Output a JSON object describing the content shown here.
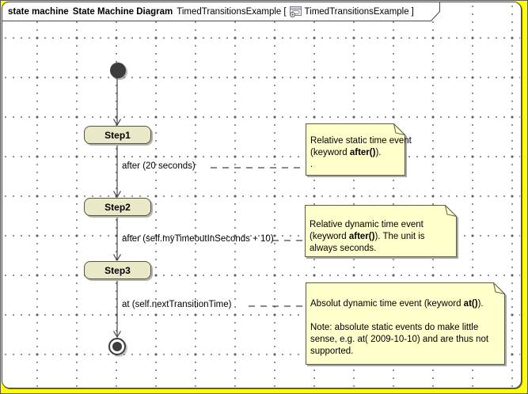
{
  "title": {
    "kind": "state machine",
    "type": "State Machine Diagram",
    "name": "TimedTransitionsExample",
    "open": "[",
    "ref": "TimedTransitionsExample",
    "close": "]"
  },
  "states": [
    {
      "label": "Step1"
    },
    {
      "label": "Step2"
    },
    {
      "label": "Step3"
    }
  ],
  "transitions": [
    {
      "label": "after (20 seconds)"
    },
    {
      "label": "after (self.myTimeoutInSeconds + 10)"
    },
    {
      "label": "at (self.nextTransitionTime)"
    }
  ],
  "notes": [
    {
      "lines": [
        {
          "text": "Relative static time event"
        },
        {
          "pre": "(keyword ",
          "bold": "after()",
          "post": ")."
        },
        {
          "text": "."
        }
      ]
    },
    {
      "lines": [
        {
          "text": "Relative dynamic time event"
        },
        {
          "pre": "(keyword ",
          "bold": "after()",
          "post": "). The unit is"
        },
        {
          "text": "always seconds."
        }
      ]
    },
    {
      "lines": [
        {
          "pre": "Absolut dynamic time event (keyword ",
          "bold": "at()",
          "post": ")."
        },
        {
          "text": ""
        },
        {
          "text": "Note: absolute static events do make little"
        },
        {
          "text": "sense, e.g. at( 2009-10-10) and are thus not"
        },
        {
          "text": "supported."
        }
      ]
    }
  ],
  "colors": {
    "canvas_edge": "#ffff00",
    "state_fill": "#e9e9ca",
    "note_fill": "#ffffcc",
    "line": "#434343",
    "grid_dot": "#7e7e7e"
  }
}
